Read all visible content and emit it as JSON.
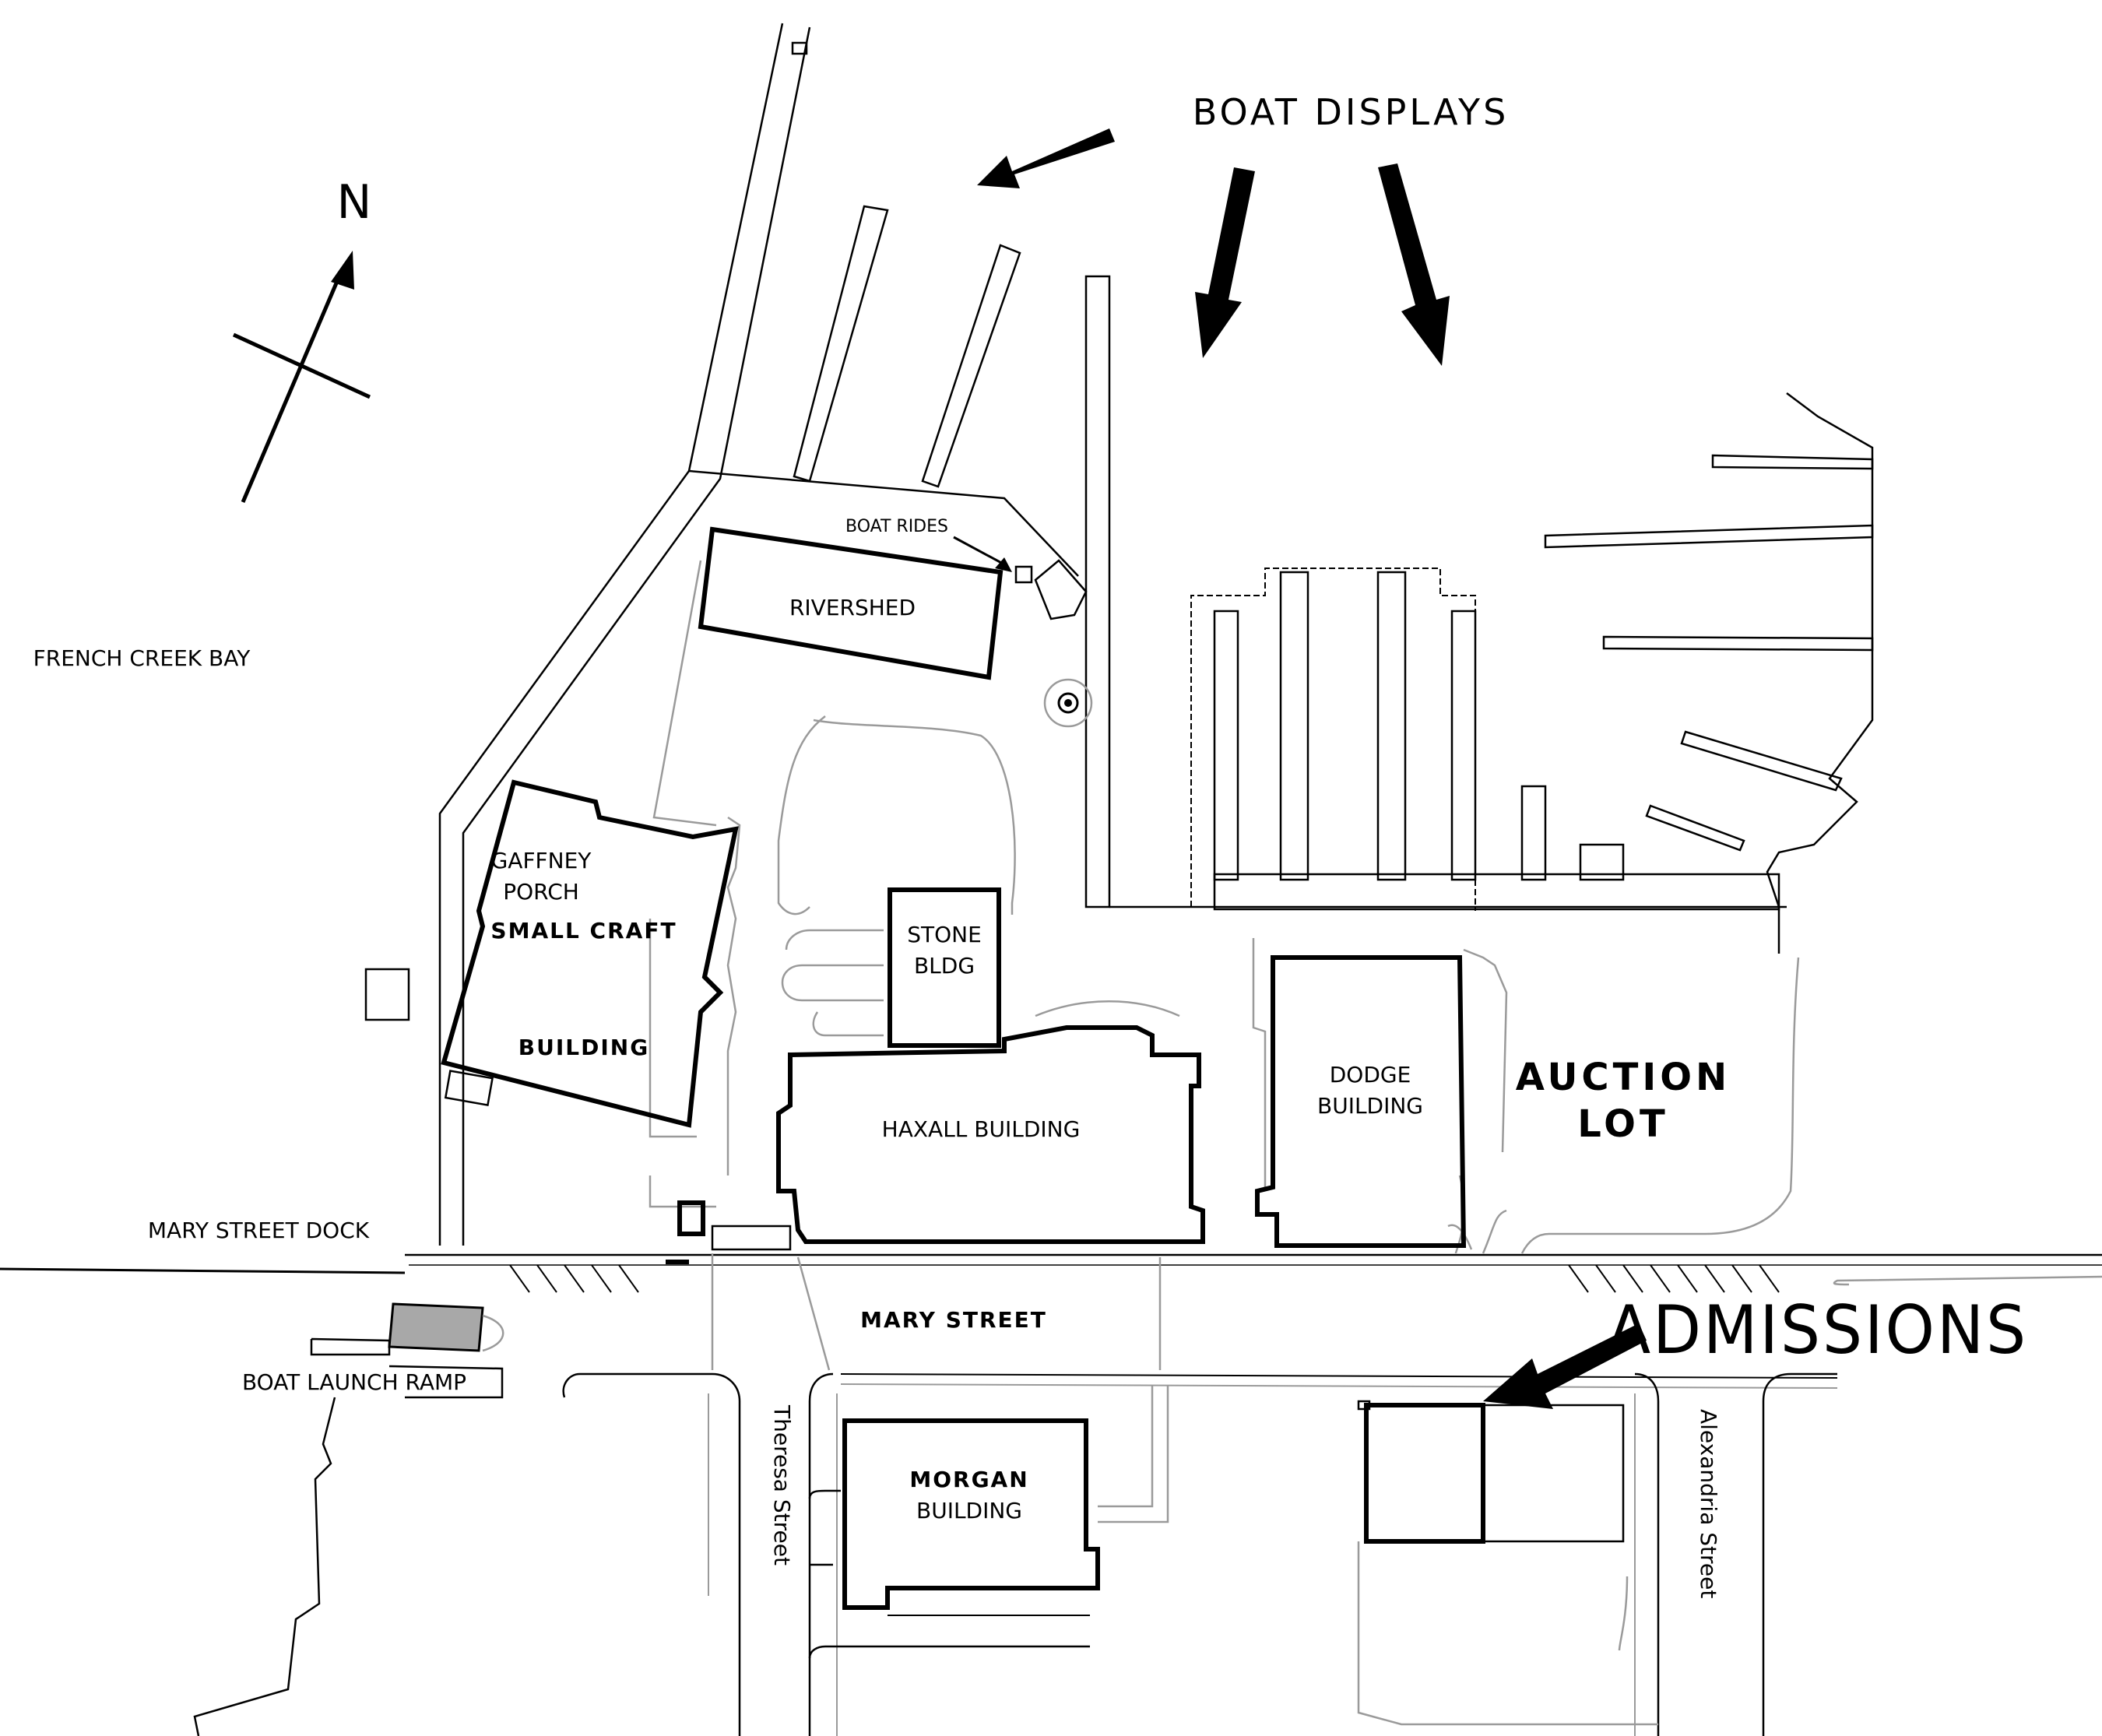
{
  "map": {
    "compass_label": "N",
    "labels": {
      "boat_displays": "BOAT DISPLAYS",
      "boat_rides": "BOAT RIDES",
      "rivershed": "RIVERSHED",
      "french_creek_bay": "FRENCH CREEK BAY",
      "gaffney_porch_1": "GAFFNEY",
      "gaffney_porch_2": "PORCH",
      "small_craft_1": "SMALL CRAFT",
      "small_craft_2": "BUILDING",
      "stone_bldg_1": "STONE",
      "stone_bldg_2": "BLDG",
      "haxall": "HAXALL BUILDING",
      "dodge_1": "DODGE",
      "dodge_2": "BUILDING",
      "auction_1": "AUCTION",
      "auction_2": "LOT",
      "mary_street_dock": "MARY STREET DOCK",
      "mary_street": "MARY STREET",
      "admissions": "ADMISSIONS",
      "boat_launch_ramp": "BOAT LAUNCH RAMP",
      "morgan_1": "MORGAN",
      "morgan_2": "BUILDING",
      "theresa_street": "Theresa  Street",
      "alexandria_street": "Alexandria  Street"
    },
    "colors": {
      "ink": "#000000",
      "faint_line": "#9a9a9a",
      "ramp_fill": "#a8a8a8",
      "background": "#ffffff"
    }
  }
}
